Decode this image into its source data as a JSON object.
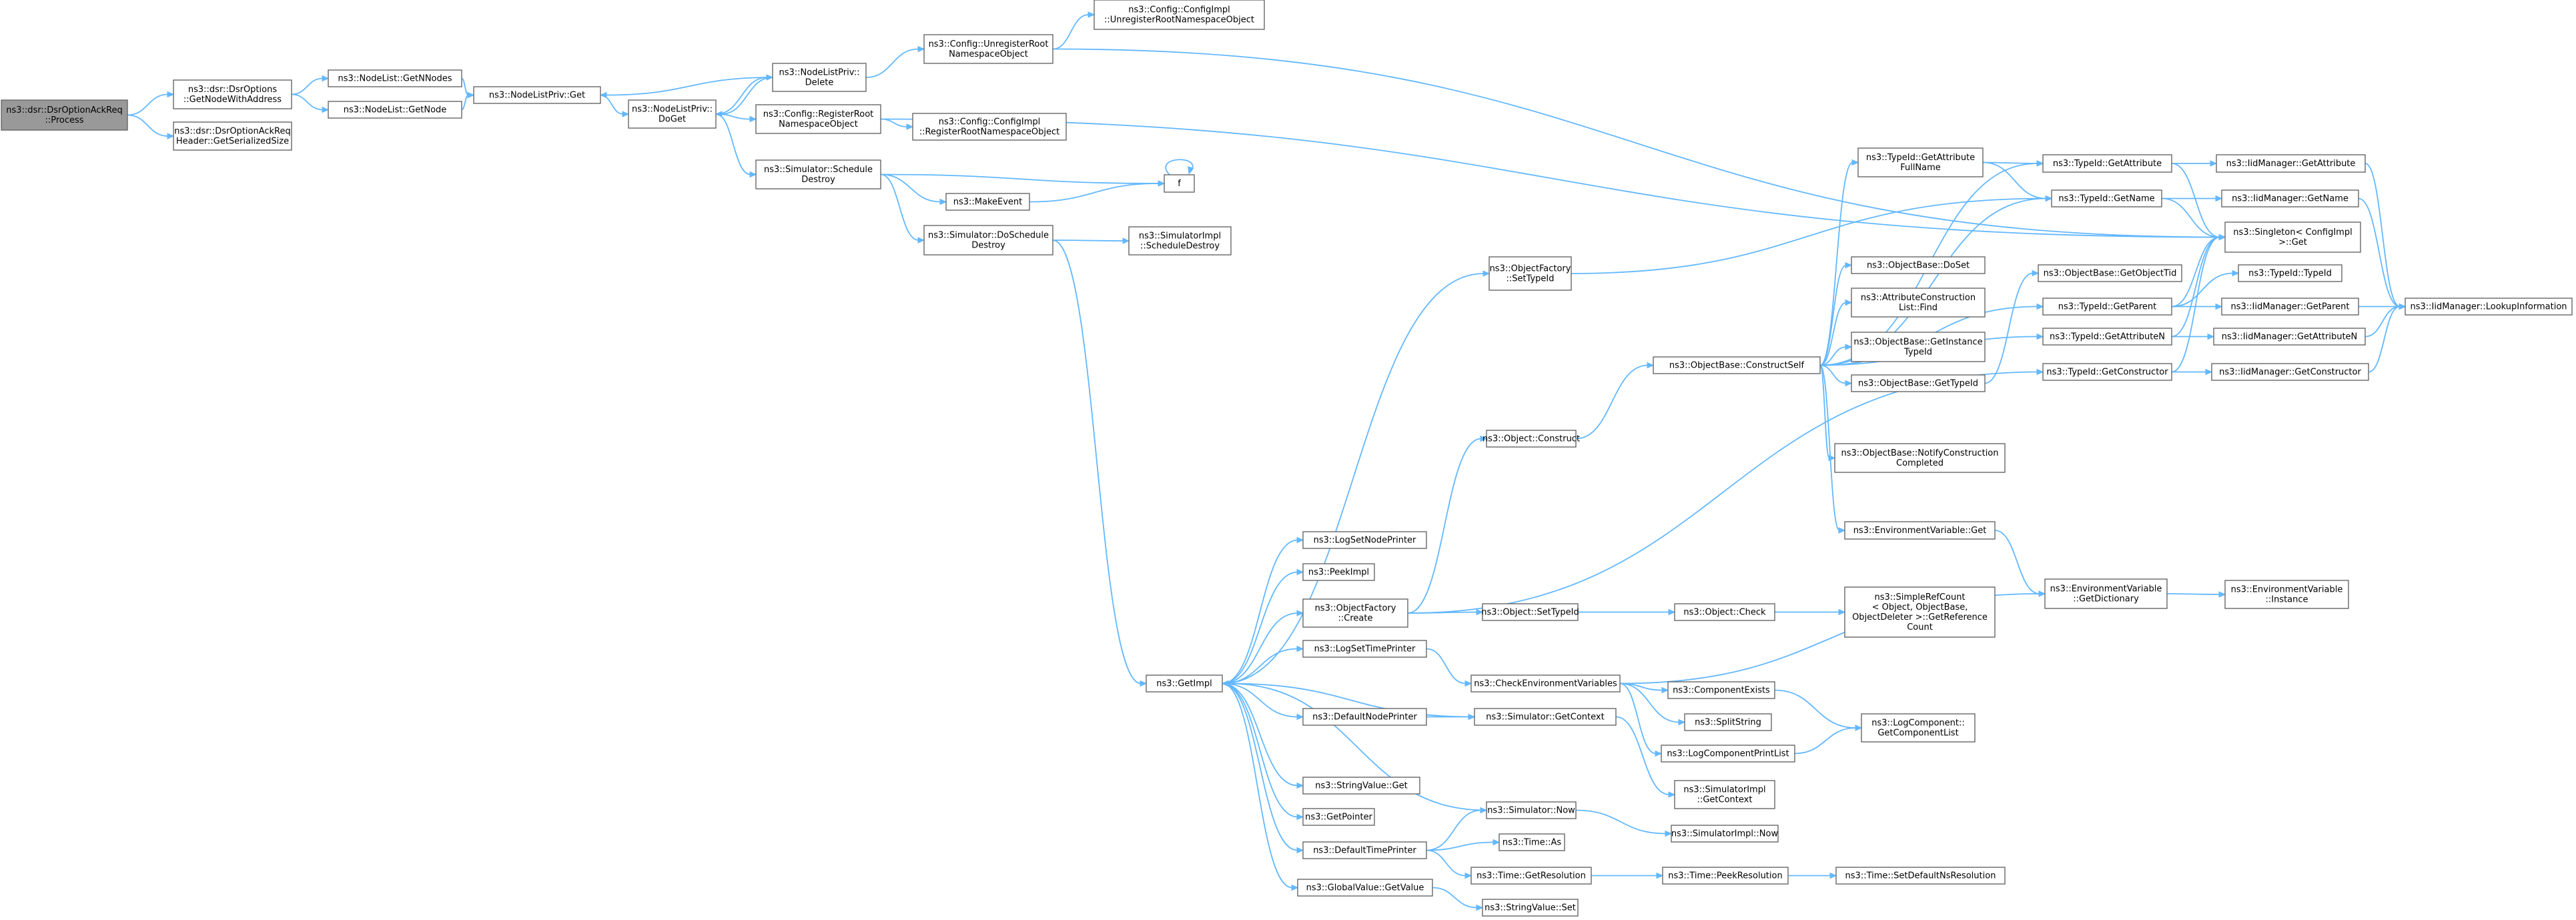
{
  "diagram": {
    "colors": {
      "edge": "#63b8ff",
      "node_border": "#666666",
      "root_fill": "#999999",
      "truncated": "#ff0000"
    },
    "nodes": {
      "process": {
        "lines": [
          "ns3::dsr::DsrOptionAckReq",
          "::Process"
        ],
        "kind": "root"
      },
      "getnodewithaddr": {
        "lines": [
          "ns3::dsr::DsrOptions",
          "::GetNodeWithAddress"
        ]
      },
      "getserialsize": {
        "lines": [
          "ns3::dsr::DsrOptionAckReq",
          "Header::GetSerializedSize"
        ]
      },
      "getnnodes": {
        "lines": [
          "ns3::NodeList::GetNNodes"
        ]
      },
      "getnode": {
        "lines": [
          "ns3::NodeList::GetNode"
        ]
      },
      "nlp_get": {
        "lines": [
          "ns3::NodeListPriv::Get"
        ]
      },
      "nlp_delete": {
        "lines": [
          "ns3::NodeListPriv::",
          "Delete"
        ]
      },
      "nlp_doget": {
        "lines": [
          "ns3::NodeListPriv::",
          "DoGet"
        ]
      },
      "unreg": {
        "lines": [
          "ns3::Config::UnregisterRoot",
          "NamespaceObject"
        ]
      },
      "ci_unreg": {
        "lines": [
          "ns3::Config::ConfigImpl",
          "::UnregisterRootNamespaceObject"
        ]
      },
      "reg": {
        "lines": [
          "ns3::Config::RegisterRoot",
          "NamespaceObject"
        ]
      },
      "ci_reg": {
        "lines": [
          "ns3::Config::ConfigImpl",
          "::RegisterRootNamespaceObject"
        ]
      },
      "sched_destroy": {
        "lines": [
          "ns3::Simulator::Schedule",
          "Destroy"
        ]
      },
      "f": {
        "lines": [
          "f"
        ]
      },
      "makeevent": {
        "lines": [
          "ns3::MakeEvent"
        ]
      },
      "do_sched_destroy": {
        "lines": [
          "ns3::Simulator::DoSchedule",
          "Destroy"
        ]
      },
      "si_sched_destroy": {
        "lines": [
          "ns3::SimulatorImpl",
          "::ScheduleDestroy"
        ]
      },
      "of_settypeid": {
        "lines": [
          "ns3::ObjectFactory",
          "::SetTypeId"
        ]
      },
      "obj_construct": {
        "lines": [
          "ns3::Object::Construct"
        ]
      },
      "construct_self": {
        "lines": [
          "ns3::ObjectBase::ConstructSelf"
        ]
      },
      "getattr_fullname": {
        "lines": [
          "ns3::TypeId::GetAttribute",
          "FullName"
        ]
      },
      "ob_doset": {
        "lines": [
          "ns3::ObjectBase::DoSet"
        ]
      },
      "acl_find": {
        "lines": [
          "ns3::AttributeConstruction",
          "List::Find"
        ]
      },
      "ob_getinst": {
        "lines": [
          "ns3::ObjectBase::GetInstance",
          "TypeId"
        ]
      },
      "ob_gettypeid": {
        "lines": [
          "ns3::ObjectBase::GetTypeId"
        ]
      },
      "ob_notify": {
        "lines": [
          "ns3::ObjectBase::NotifyConstruction",
          "Completed"
        ]
      },
      "env_get": {
        "lines": [
          "ns3::EnvironmentVariable::Get"
        ]
      },
      "tid_getattr": {
        "lines": [
          "ns3::TypeId::GetAttribute"
        ]
      },
      "tid_getname": {
        "lines": [
          "ns3::TypeId::GetName"
        ]
      },
      "ob_getobjtid": {
        "lines": [
          "ns3::ObjectBase::GetObjectTid"
        ],
        "kind": "truncated"
      },
      "tid_getparent": {
        "lines": [
          "ns3::TypeId::GetParent"
        ]
      },
      "tid_getattrn": {
        "lines": [
          "ns3::TypeId::GetAttributeN"
        ]
      },
      "tid_getctor": {
        "lines": [
          "ns3::TypeId::GetConstructor"
        ]
      },
      "iid_getattr": {
        "lines": [
          "ns3::IidManager::GetAttribute"
        ]
      },
      "iid_getname": {
        "lines": [
          "ns3::IidManager::GetName"
        ]
      },
      "singleton": {
        "lines": [
          "ns3::Singleton< ConfigImpl",
          " >::Get"
        ]
      },
      "tid_typeid": {
        "lines": [
          "ns3::TypeId::TypeId"
        ]
      },
      "iid_getparent": {
        "lines": [
          "ns3::IidManager::GetParent"
        ]
      },
      "iid_getattrn": {
        "lines": [
          "ns3::IidManager::GetAttributeN"
        ]
      },
      "iid_getctor": {
        "lines": [
          "ns3::IidManager::GetConstructor"
        ]
      },
      "iid_lookup": {
        "lines": [
          "ns3::IidManager::LookupInformation"
        ]
      },
      "env_dict": {
        "lines": [
          "ns3::EnvironmentVariable",
          "::GetDictionary"
        ]
      },
      "env_inst": {
        "lines": [
          "ns3::EnvironmentVariable",
          "::Instance"
        ]
      },
      "logsetnodeprinter": {
        "lines": [
          "ns3::LogSetNodePrinter"
        ]
      },
      "peekimpl": {
        "lines": [
          "ns3::PeekImpl"
        ]
      },
      "of_create": {
        "lines": [
          "ns3::ObjectFactory",
          "::Create"
        ]
      },
      "obj_settypeid": {
        "lines": [
          "ns3::Object::SetTypeId"
        ]
      },
      "obj_check": {
        "lines": [
          "ns3::Object::Check"
        ]
      },
      "srefcount": {
        "lines": [
          "ns3::SimpleRefCount",
          "< Object, ObjectBase,",
          "ObjectDeleter >::GetReference",
          "Count"
        ]
      },
      "logsettimeprinter": {
        "lines": [
          "ns3::LogSetTimePrinter"
        ]
      },
      "checkenv": {
        "lines": [
          "ns3::CheckEnvironmentVariables"
        ]
      },
      "compexists": {
        "lines": [
          "ns3::ComponentExists"
        ]
      },
      "splitstring": {
        "lines": [
          "ns3::SplitString"
        ]
      },
      "logcomp_getlist": {
        "lines": [
          "ns3::LogComponent::",
          "GetComponentList"
        ]
      },
      "getimpl": {
        "lines": [
          "ns3::GetImpl"
        ]
      },
      "defnodeprinter": {
        "lines": [
          "ns3::DefaultNodePrinter"
        ]
      },
      "sim_getcontext": {
        "lines": [
          "ns3::Simulator::GetContext"
        ]
      },
      "logcompprintlist": {
        "lines": [
          "ns3::LogComponentPrintList"
        ]
      },
      "si_getcontext": {
        "lines": [
          "ns3::SimulatorImpl",
          "::GetContext"
        ]
      },
      "strval_get": {
        "lines": [
          "ns3::StringValue::Get"
        ]
      },
      "getpointer": {
        "lines": [
          "ns3::GetPointer"
        ]
      },
      "deftimeprinter": {
        "lines": [
          "ns3::DefaultTimePrinter"
        ]
      },
      "sim_now": {
        "lines": [
          "ns3::Simulator::Now"
        ]
      },
      "si_now": {
        "lines": [
          "ns3::SimulatorImpl::Now"
        ]
      },
      "time_as": {
        "lines": [
          "ns3::Time::As"
        ]
      },
      "time_getres": {
        "lines": [
          "ns3::Time::GetResolution"
        ]
      },
      "time_peekres": {
        "lines": [
          "ns3::Time::PeekResolution"
        ]
      },
      "time_setdefns": {
        "lines": [
          "ns3::Time::SetDefaultNsResolution"
        ],
        "kind": "truncated"
      },
      "gv_getvalue": {
        "lines": [
          "ns3::GlobalValue::GetValue"
        ]
      },
      "strval_set": {
        "lines": [
          "ns3::StringValue::Set"
        ]
      }
    },
    "edges": [
      [
        "process",
        "getnodewithaddr"
      ],
      [
        "process",
        "getserialsize"
      ],
      [
        "getnodewithaddr",
        "getnnodes"
      ],
      [
        "getnodewithaddr",
        "getnode"
      ],
      [
        "getnnodes",
        "nlp_get"
      ],
      [
        "getnode",
        "nlp_get"
      ],
      [
        "nlp_get",
        "nlp_doget"
      ],
      [
        "nlp_doget",
        "nlp_delete"
      ],
      [
        "nlp_delete",
        "nlp_get"
      ],
      [
        "nlp_delete",
        "nlp_doget"
      ],
      [
        "nlp_delete",
        "unreg"
      ],
      [
        "unreg",
        "ci_unreg"
      ],
      [
        "unreg",
        "singleton"
      ],
      [
        "nlp_doget",
        "reg"
      ],
      [
        "reg",
        "ci_reg"
      ],
      [
        "reg",
        "singleton"
      ],
      [
        "nlp_doget",
        "sched_destroy"
      ],
      [
        "sched_destroy",
        "f"
      ],
      [
        "sched_destroy",
        "makeevent"
      ],
      [
        "makeevent",
        "f"
      ],
      [
        "f",
        "f"
      ],
      [
        "sched_destroy",
        "do_sched_destroy"
      ],
      [
        "do_sched_destroy",
        "si_sched_destroy"
      ],
      [
        "do_sched_destroy",
        "getimpl"
      ],
      [
        "getimpl",
        "of_settypeid"
      ],
      [
        "getimpl",
        "logsetnodeprinter"
      ],
      [
        "getimpl",
        "peekimpl"
      ],
      [
        "getimpl",
        "of_create"
      ],
      [
        "getimpl",
        "logsettimeprinter"
      ],
      [
        "getimpl",
        "defnodeprinter"
      ],
      [
        "getimpl",
        "strval_get"
      ],
      [
        "getimpl",
        "getpointer"
      ],
      [
        "getimpl",
        "deftimeprinter"
      ],
      [
        "getimpl",
        "gv_getvalue"
      ],
      [
        "of_settypeid",
        "tid_getname"
      ],
      [
        "of_create",
        "obj_construct"
      ],
      [
        "of_create",
        "obj_settypeid"
      ],
      [
        "of_create",
        "tid_getctor"
      ],
      [
        "obj_construct",
        "construct_self"
      ],
      [
        "construct_self",
        "getattr_fullname"
      ],
      [
        "construct_self",
        "ob_doset"
      ],
      [
        "construct_self",
        "acl_find"
      ],
      [
        "construct_self",
        "ob_getinst"
      ],
      [
        "construct_self",
        "ob_gettypeid"
      ],
      [
        "construct_self",
        "ob_notify"
      ],
      [
        "construct_self",
        "env_get"
      ],
      [
        "construct_self",
        "tid_getattr"
      ],
      [
        "construct_self",
        "tid_getname"
      ],
      [
        "construct_self",
        "tid_getparent"
      ],
      [
        "construct_self",
        "tid_getattrn"
      ],
      [
        "getattr_fullname",
        "tid_getattr"
      ],
      [
        "getattr_fullname",
        "tid_getname"
      ],
      [
        "ob_gettypeid",
        "ob_getobjtid"
      ],
      [
        "tid_getattr",
        "iid_getattr"
      ],
      [
        "tid_getattr",
        "singleton"
      ],
      [
        "tid_getname",
        "iid_getname"
      ],
      [
        "tid_getname",
        "singleton"
      ],
      [
        "tid_getparent",
        "singleton"
      ],
      [
        "tid_getparent",
        "tid_typeid"
      ],
      [
        "tid_getparent",
        "iid_getparent"
      ],
      [
        "tid_getattrn",
        "iid_getattrn"
      ],
      [
        "tid_getattrn",
        "singleton"
      ],
      [
        "tid_getctor",
        "iid_getctor"
      ],
      [
        "tid_getctor",
        "singleton"
      ],
      [
        "iid_getattr",
        "iid_lookup"
      ],
      [
        "iid_getname",
        "iid_lookup"
      ],
      [
        "iid_getparent",
        "iid_lookup"
      ],
      [
        "iid_getattrn",
        "iid_lookup"
      ],
      [
        "iid_getctor",
        "iid_lookup"
      ],
      [
        "env_get",
        "env_dict"
      ],
      [
        "env_dict",
        "env_inst"
      ],
      [
        "obj_settypeid",
        "obj_check"
      ],
      [
        "obj_check",
        "srefcount"
      ],
      [
        "logsettimeprinter",
        "checkenv"
      ],
      [
        "checkenv",
        "env_dict"
      ],
      [
        "checkenv",
        "compexists"
      ],
      [
        "checkenv",
        "splitstring"
      ],
      [
        "checkenv",
        "logcompprintlist"
      ],
      [
        "compexists",
        "logcomp_getlist"
      ],
      [
        "logcompprintlist",
        "logcomp_getlist"
      ],
      [
        "defnodeprinter",
        "sim_getcontext"
      ],
      [
        "sim_getcontext",
        "getimpl"
      ],
      [
        "sim_getcontext",
        "si_getcontext"
      ],
      [
        "deftimeprinter",
        "sim_now"
      ],
      [
        "deftimeprinter",
        "time_as"
      ],
      [
        "deftimeprinter",
        "time_getres"
      ],
      [
        "sim_now",
        "getimpl"
      ],
      [
        "sim_now",
        "si_now"
      ],
      [
        "time_getres",
        "time_peekres"
      ],
      [
        "time_peekres",
        "time_setdefns"
      ],
      [
        "gv_getvalue",
        "strval_set"
      ]
    ]
  }
}
